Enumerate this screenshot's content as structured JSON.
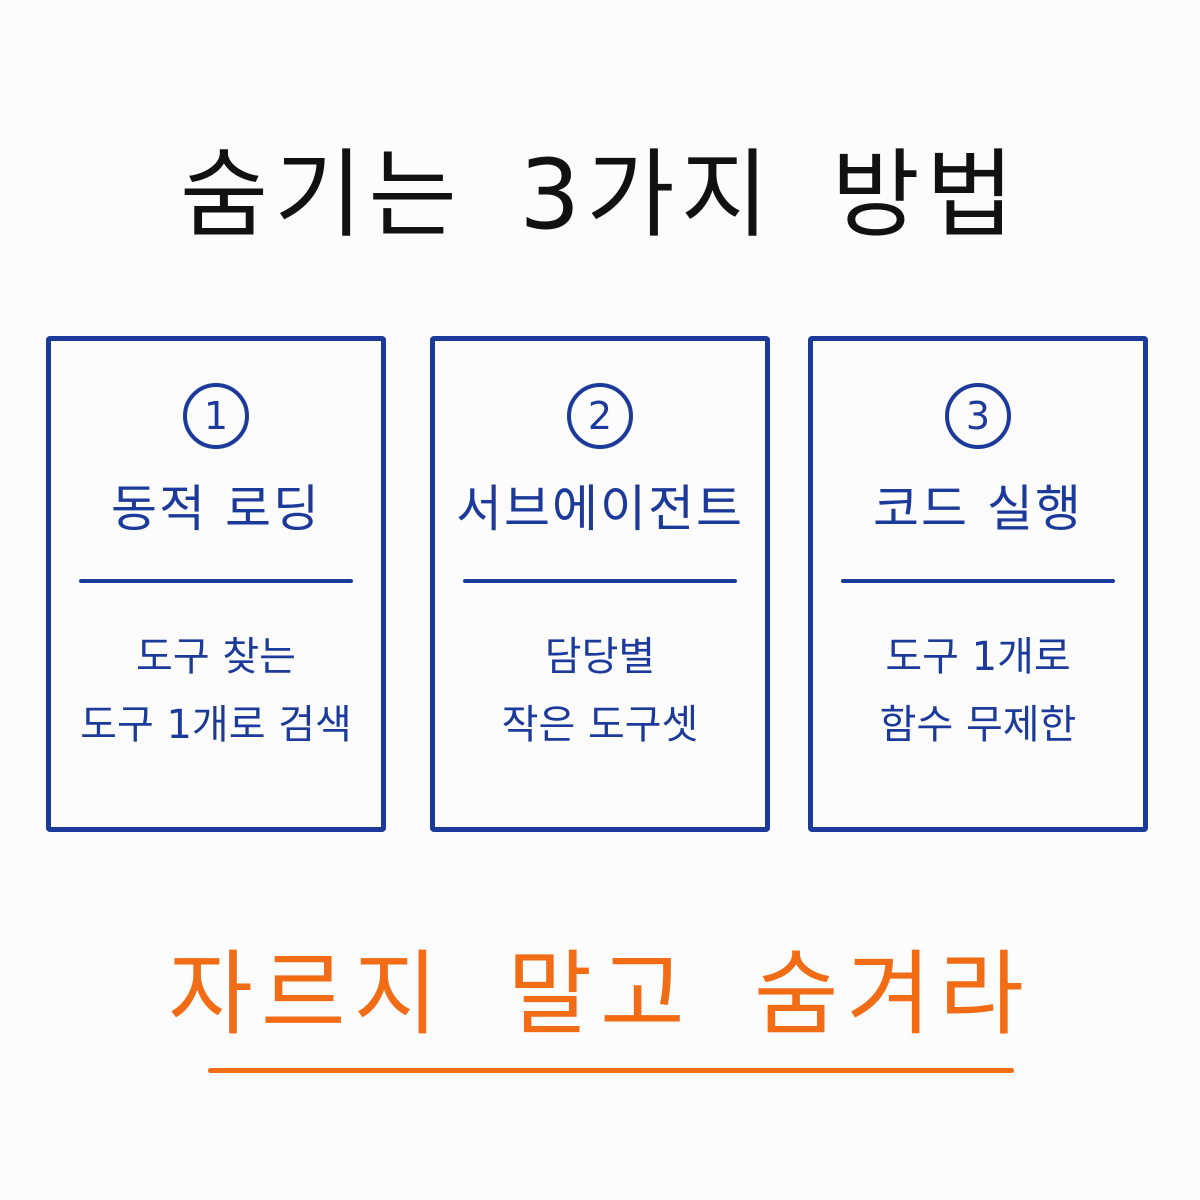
{
  "title": "숨기는 3가지 방법",
  "cards": [
    {
      "number": "1",
      "heading": "동적 로딩",
      "lines": [
        "도구 찾는",
        "도구 1개로 검색"
      ]
    },
    {
      "number": "2",
      "heading": "서브에이전트",
      "lines": [
        "담당별",
        "작은 도구셋"
      ]
    },
    {
      "number": "3",
      "heading": "코드 실행",
      "lines": [
        "도구 1개로",
        "함수 무제한"
      ]
    }
  ],
  "slogan": "자르지 말고 숨겨라",
  "colors": {
    "title": "#111111",
    "card": "#1c3a9a",
    "accent": "#f26b15",
    "background": "#fcfcfc"
  }
}
